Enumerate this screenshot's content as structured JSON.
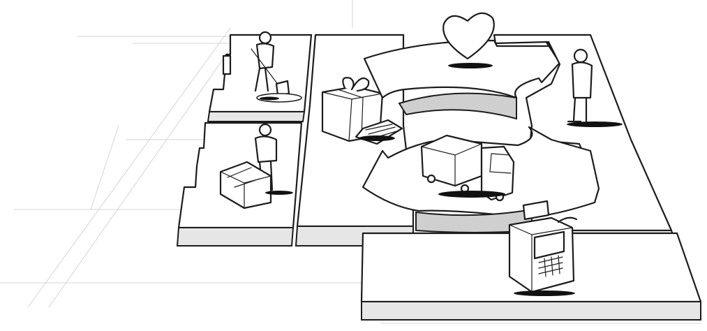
{
  "scene": {
    "style": "pencil sketch, black ink on white",
    "colors": {
      "ink": "#1c1c1c",
      "paper": "#ffffff",
      "edge": "#e6e6e6",
      "guides": "#d4d4d4"
    }
  },
  "blocks": [
    {
      "name": "key-activities-block",
      "icon": "person-digging-icon"
    },
    {
      "name": "key-resources-block",
      "icon": "person-with-boxes-icon"
    },
    {
      "name": "value-propositions-block",
      "icon": "gift-box-icon"
    },
    {
      "name": "customer-relationships-block",
      "icon": "heart-icon"
    },
    {
      "name": "channels-block",
      "icon": "delivery-truck-icon"
    },
    {
      "name": "customer-segments-block",
      "icon": "standing-person-icon"
    },
    {
      "name": "revenue-streams-block",
      "icon": "cash-register-icon"
    }
  ]
}
